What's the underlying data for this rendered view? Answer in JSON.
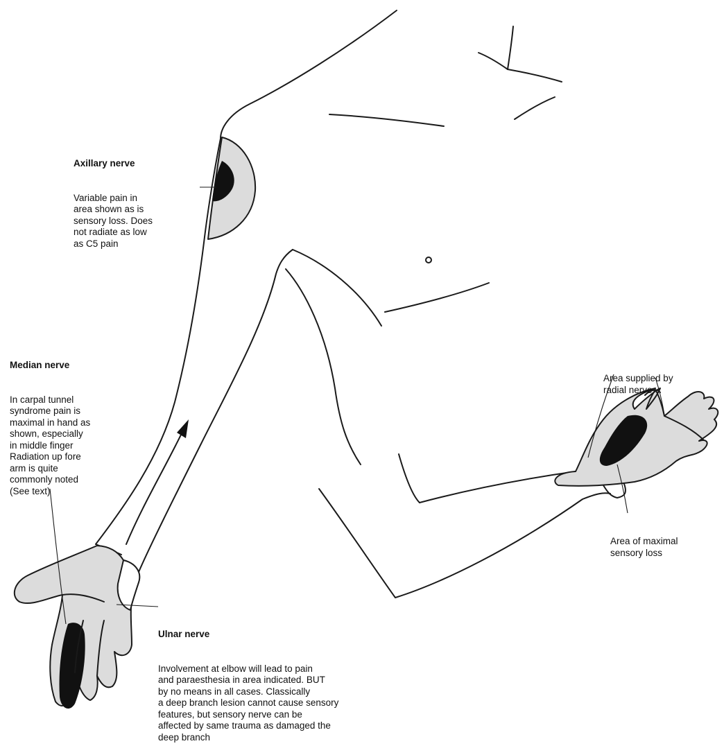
{
  "labels": {
    "axillary": {
      "title": "Axillary nerve",
      "body": "Variable pain in\narea shown as is\nsensory loss. Does\nnot radiate as low\nas C5 pain"
    },
    "median": {
      "title": "Median nerve",
      "body": "In carpal tunnel\nsyndrome pain is\nmaximal in hand as\nshown, especially\nin middle finger\nRadiation up fore\narm is quite\ncommonly noted\n(See text)"
    },
    "ulnar": {
      "title": "Ulnar nerve",
      "body": "Involvement at elbow will lead to pain\nand paraesthesia in area indicated. BUT\nby no means in all cases. Classically\na deep branch lesion cannot cause sensory\nfeatures, but sensory nerve can be\naffected by same trauma as damaged the\ndeep branch"
    },
    "radial_area": "Area supplied by\nradial nerve",
    "maximal_loss": "Area of maximal\nsensory loss"
  },
  "colors": {
    "ink": "#1a1a1a",
    "shaded_area": "#dcdcdc",
    "maximal_area": "#111111"
  }
}
